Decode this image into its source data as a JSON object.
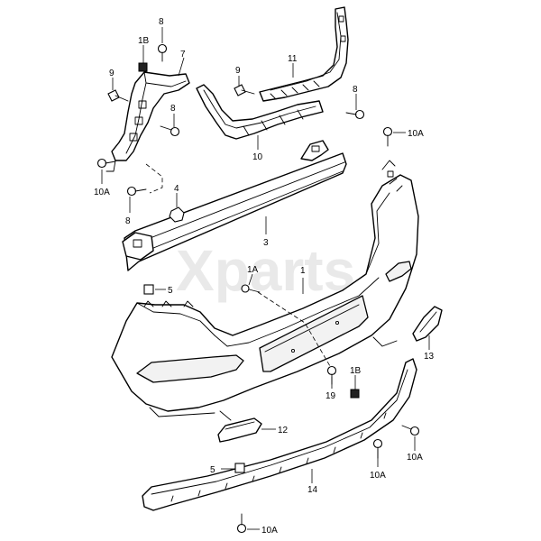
{
  "watermark": "Xparts",
  "callouts": {
    "c1": "1",
    "c1a": "1A",
    "c1b_top": "1B",
    "c1b_bottom": "1B",
    "c3": "3",
    "c4": "4",
    "c5_upper": "5",
    "c5_lower": "5",
    "c7": "7",
    "c8_top": "8",
    "c8_left": "8",
    "c8_bracket": "8",
    "c8_right": "8",
    "c9_left": "9",
    "c9_right": "9",
    "c10": "10",
    "c10a_top_right": "10A",
    "c10a_left": "10A",
    "c10a_right": "10A",
    "c10a_mid": "10A",
    "c10a_bottom": "10A",
    "c11": "11",
    "c12": "12",
    "c13": "13",
    "c14": "14",
    "c19": "19"
  }
}
